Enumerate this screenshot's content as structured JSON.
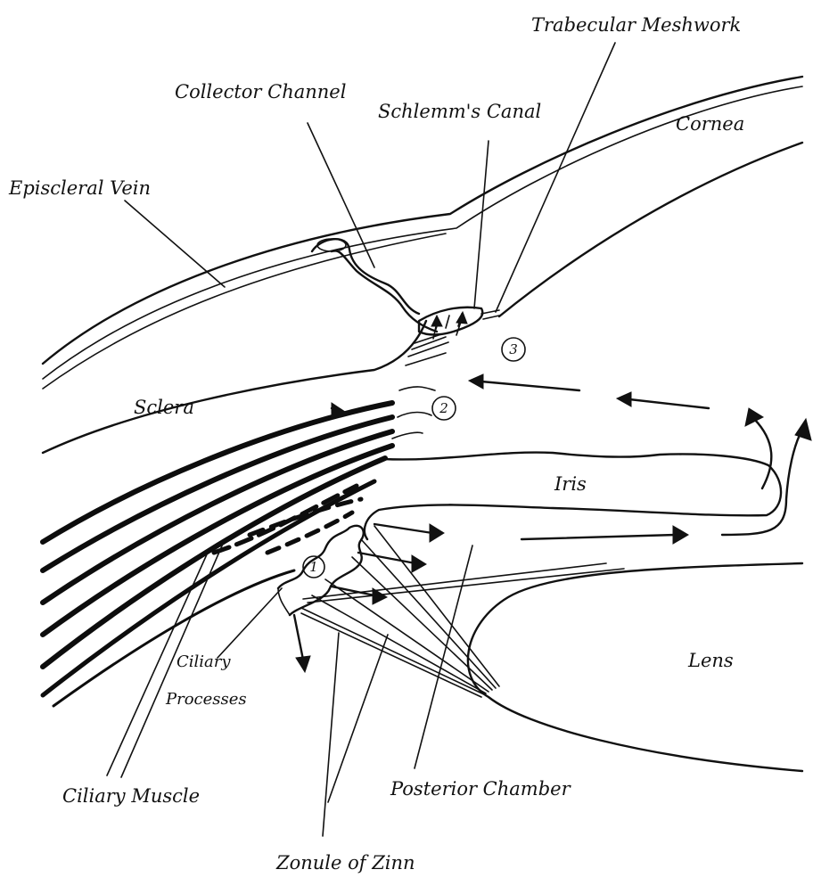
{
  "labels": {
    "trabecular_meshwork": "Trabecular Meshwork",
    "collector_channel": "Collector Channel",
    "schlemms_canal": "Schlemm's Canal",
    "cornea": "Cornea",
    "episcleral_vein": "Episcleral Vein",
    "sclera": "Sclera",
    "iris": "Iris",
    "lens": "Lens",
    "ciliary_processes_line1": "Ciliary",
    "ciliary_processes_line2": "Processes",
    "ciliary_muscle": "Ciliary Muscle",
    "posterior_chamber": "Posterior Chamber",
    "zonule_of_zinn": "Zonule of Zinn"
  },
  "markers": {
    "one": "1",
    "two": "2",
    "three": "3"
  }
}
